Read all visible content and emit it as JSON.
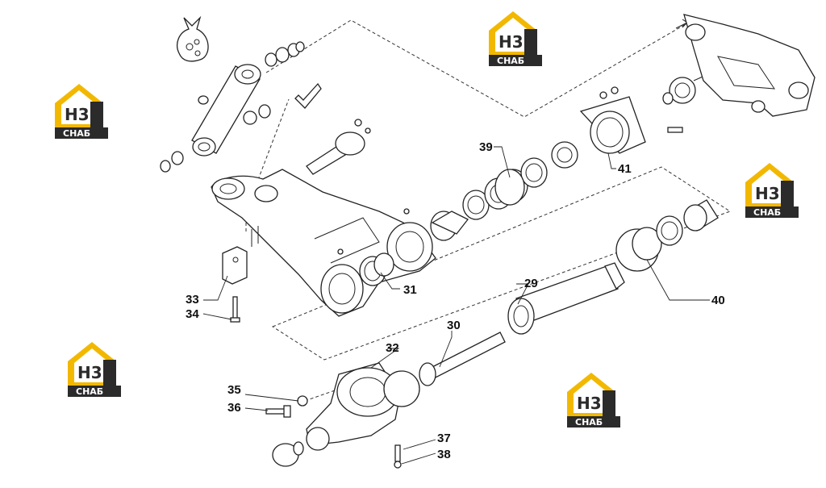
{
  "diagram": {
    "callouts": [
      {
        "id": "c29",
        "label": "29"
      },
      {
        "id": "c30",
        "label": "30"
      },
      {
        "id": "c31",
        "label": "31"
      },
      {
        "id": "c32",
        "label": "32"
      },
      {
        "id": "c33",
        "label": "33"
      },
      {
        "id": "c34",
        "label": "34"
      },
      {
        "id": "c35",
        "label": "35"
      },
      {
        "id": "c36",
        "label": "36"
      },
      {
        "id": "c37",
        "label": "37"
      },
      {
        "id": "c38",
        "label": "38"
      },
      {
        "id": "c39",
        "label": "39"
      },
      {
        "id": "c40",
        "label": "40"
      },
      {
        "id": "c41",
        "label": "41"
      }
    ]
  },
  "logo": {
    "mark": "H3",
    "wordmark": "СНАБ",
    "colors": {
      "roof": "#f2b800",
      "dark": "#2b2b2b",
      "wordmark_text": "#ffffff"
    }
  }
}
